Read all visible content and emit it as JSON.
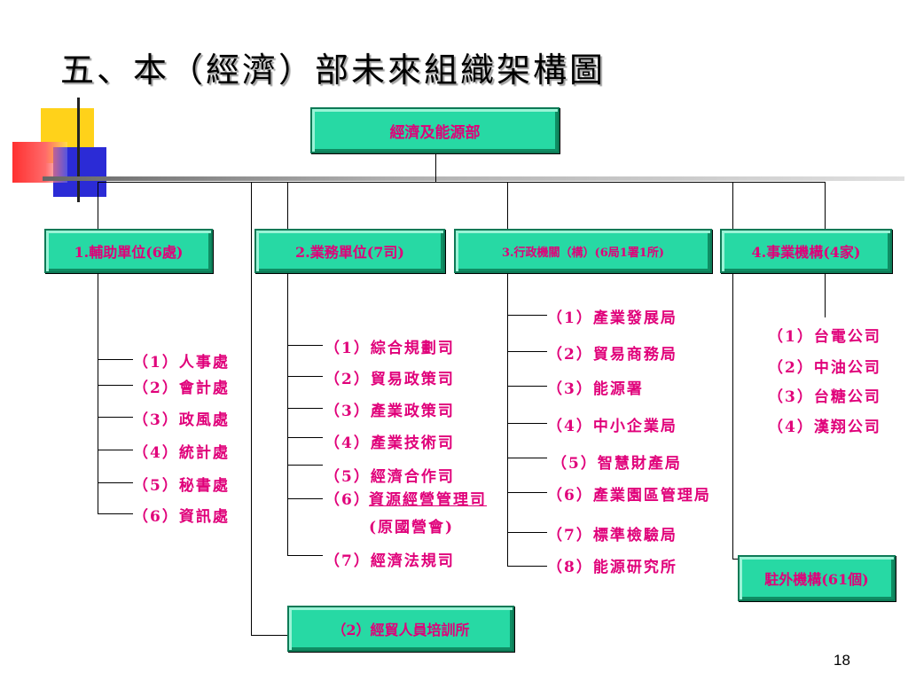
{
  "title": "五、本（經濟）部未來組織架構圖",
  "root": "經濟及能源部",
  "units": [
    {
      "label": "1.輔助單位(6處)"
    },
    {
      "label": "2.業務單位(7司)"
    },
    {
      "label": "3.行政機關（構）(6局1署1所)"
    },
    {
      "label": "4.事業機構(4家)"
    }
  ],
  "aux_items": [
    "（1）人事處",
    "（2）會計處",
    "（3）政風處",
    "（4）統計處",
    "（5）秘書處",
    "（6）資訊處"
  ],
  "biz_items": [
    "（1）綜合規劃司",
    "（2）貿易政策司",
    "（3）產業政策司",
    "（4）產業技術司",
    "（5）經濟合作司",
    "（6）",
    "資源經營管理司",
    "(原國營會)",
    "（7）經濟法規司"
  ],
  "admin_items": [
    "（1）產業發展局",
    "（2）貿易商務局",
    "（3）能源署",
    "（4）中小企業局",
    "（5）智慧財產局",
    "（6）產業園區管理局",
    "（7）標準檢驗局",
    "（8）能源研究所"
  ],
  "ent_items": [
    "（1）台電公司",
    "（2）中油公司",
    "（3）台糖公司",
    "（4）漢翔公司"
  ],
  "overseas": "駐外機構(61個)",
  "training": "（2）經貿人員培訓所",
  "page_number": "18",
  "colors": {
    "box_fill": "#27d9a4",
    "text": "#e0007a"
  }
}
